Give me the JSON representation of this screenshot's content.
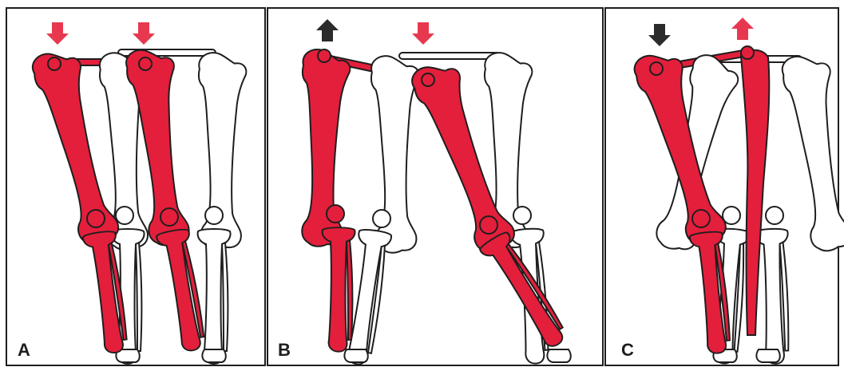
{
  "panels": [
    {
      "label": "A",
      "arrows": [
        {
          "direction": "down",
          "color": "#e8384f"
        },
        {
          "direction": "down",
          "color": "#e8384f"
        }
      ]
    },
    {
      "label": "B",
      "arrows": [
        {
          "direction": "up",
          "color": "#2b2b2b"
        },
        {
          "direction": "down",
          "color": "#e8384f"
        }
      ]
    },
    {
      "label": "C",
      "arrows": [
        {
          "direction": "down",
          "color": "#2b2b2b"
        },
        {
          "direction": "up",
          "color": "#e8384f"
        }
      ]
    }
  ],
  "colors": {
    "bone_highlight": "#e31f3c",
    "bone_plain": "#ffffff",
    "outline": "#1e1e1e",
    "arrow_red": "#e8384f",
    "arrow_dark": "#2b2b2b"
  }
}
